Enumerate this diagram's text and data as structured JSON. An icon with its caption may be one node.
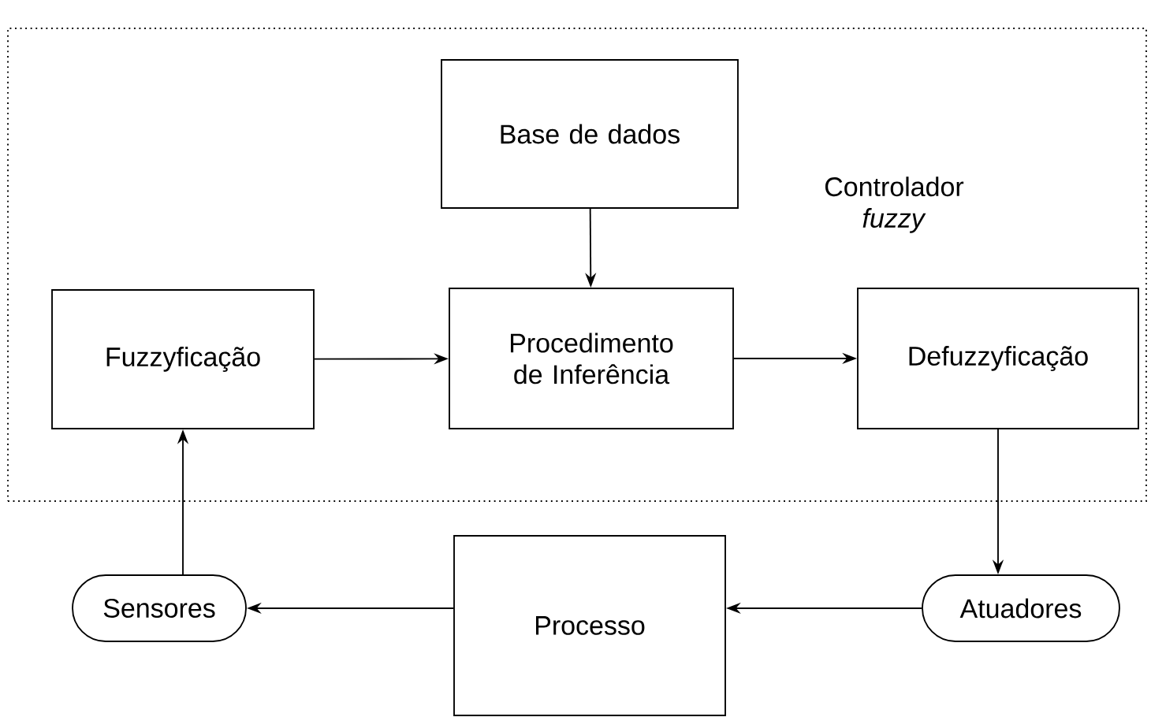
{
  "diagram": {
    "nodes": [
      {
        "text": [
          "Controlador *fuzzy*"
        ]
      },
      {
        "text": [
          "Base de dados"
        ],
        "in": 0
      },
      {
        "text": [
          "Fuzzyficação"
        ],
        "in": 0
      },
      {
        "text": [
          "Procedimento de Inferência"
        ],
        "in": 0
      },
      {
        "text": [
          "Defuzzyficação"
        ],
        "in": 0
      },
      {
        "text": [
          "Sensores"
        ]
      },
      {
        "text": [
          "Processo"
        ]
      },
      {
        "text": [
          "Atuadores"
        ]
      }
    ],
    "edges": [
      {
        "from": 1,
        "to": 3,
        "arrow": "to"
      },
      {
        "from": 2,
        "to": 3,
        "arrow": "to"
      },
      {
        "from": 3,
        "to": 4,
        "arrow": "to"
      },
      {
        "from": 4,
        "to": 7,
        "arrow": "to"
      },
      {
        "from": 7,
        "to": 6,
        "arrow": "to"
      },
      {
        "from": 6,
        "to": 5,
        "arrow": "to"
      },
      {
        "from": 5,
        "to": 2,
        "arrow": "to"
      }
    ]
  }
}
